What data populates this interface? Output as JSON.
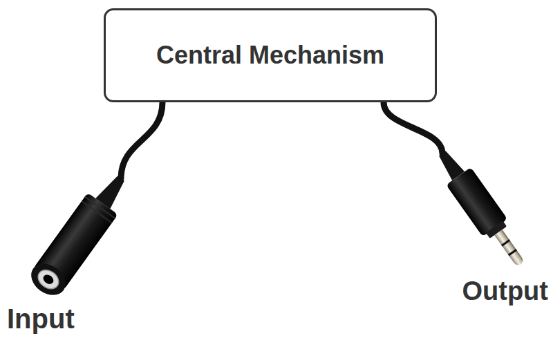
{
  "diagram": {
    "nodes": [
      {
        "text": [
          "Central Mechanism"
        ]
      },
      {
        "text": [
          "Input"
        ]
      },
      {
        "text": [
          "Output"
        ]
      }
    ],
    "edges": [
      {
        "from": 1,
        "to": 0,
        "arrow": "none"
      },
      {
        "from": 0,
        "to": 2,
        "arrow": "none"
      }
    ]
  }
}
